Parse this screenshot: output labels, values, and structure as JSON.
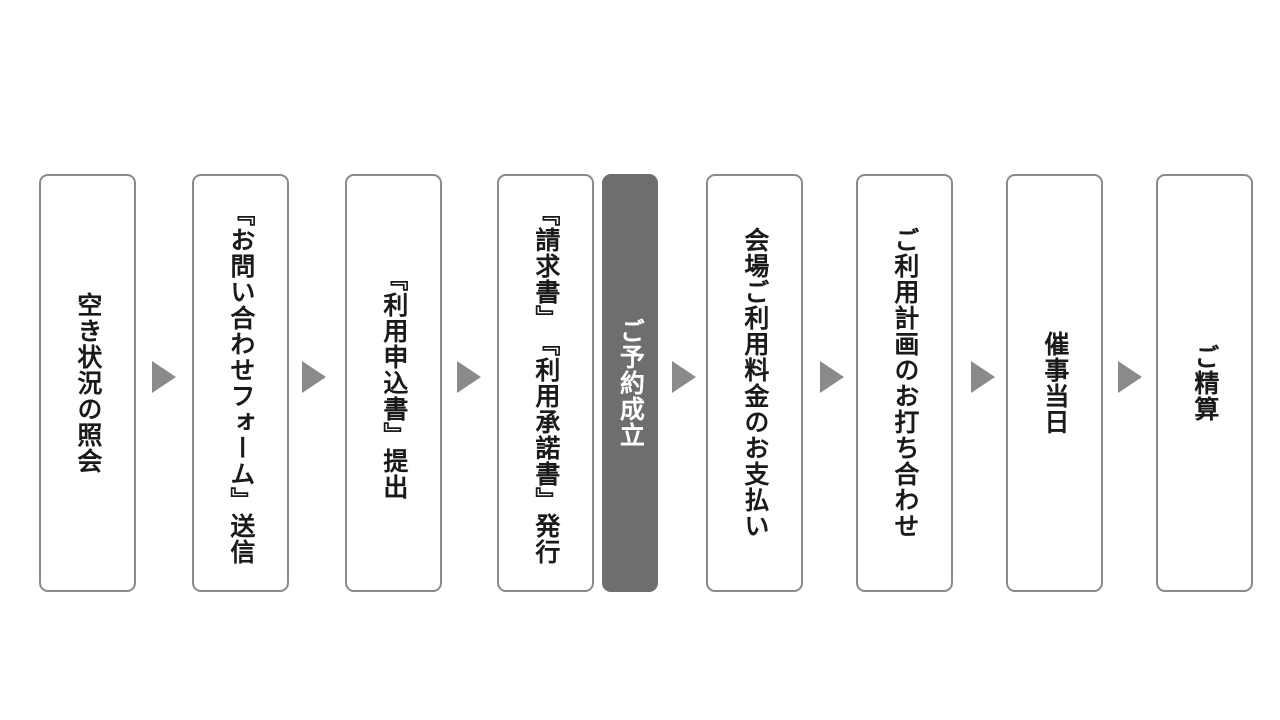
{
  "steps": [
    {
      "label": "空き状況の照会"
    },
    {
      "label": "『お問い合わせフォーム』送信"
    },
    {
      "label": "『利用申込書』提出"
    },
    {
      "lines": [
        "『請求書』",
        "『利用承諾書』発行"
      ]
    },
    {
      "label": "ご予約成立",
      "highlight": true
    },
    {
      "label": "会場ご利用料金のお支払い"
    },
    {
      "label": "ご利用計画のお打ち合わせ"
    },
    {
      "label": "催事当日"
    },
    {
      "label": "ご精算"
    }
  ],
  "colors": {
    "border": "#8a8a8a",
    "highlight_fill": "#6e6e6e",
    "text": "#1a1a1a",
    "highlight_text": "#ffffff",
    "arrow": "#8a8a8a"
  },
  "icons": {
    "arrow": "triangle-right-icon"
  }
}
